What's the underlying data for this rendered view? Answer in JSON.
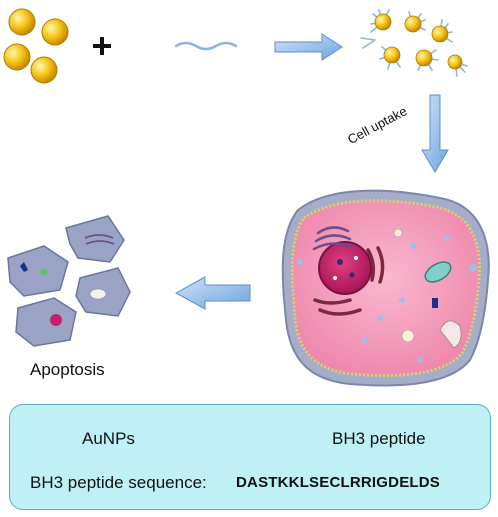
{
  "labels": {
    "cell_uptake": "Cell uptake",
    "apoptosis": "Apoptosis"
  },
  "legend": {
    "aunp_label": "AuNPs",
    "peptide_label": "BH3 peptide",
    "sequence_label": "BH3 peptide sequence:",
    "sequence_value": "DASTKKLSECLRRIGDELDS"
  },
  "colors": {
    "gold": "#f5c518",
    "peptide": "#8fb4d8",
    "arrow": "#8bb8e8",
    "cell_cytoplasm": "#f5a3c0",
    "cell_membrane": "#9aa4c4",
    "nucleus": "#c41f6e",
    "legend_bg": "#bff0f5"
  },
  "icons": {
    "plus": "plus-icon",
    "arrows": "arrow-icon"
  }
}
